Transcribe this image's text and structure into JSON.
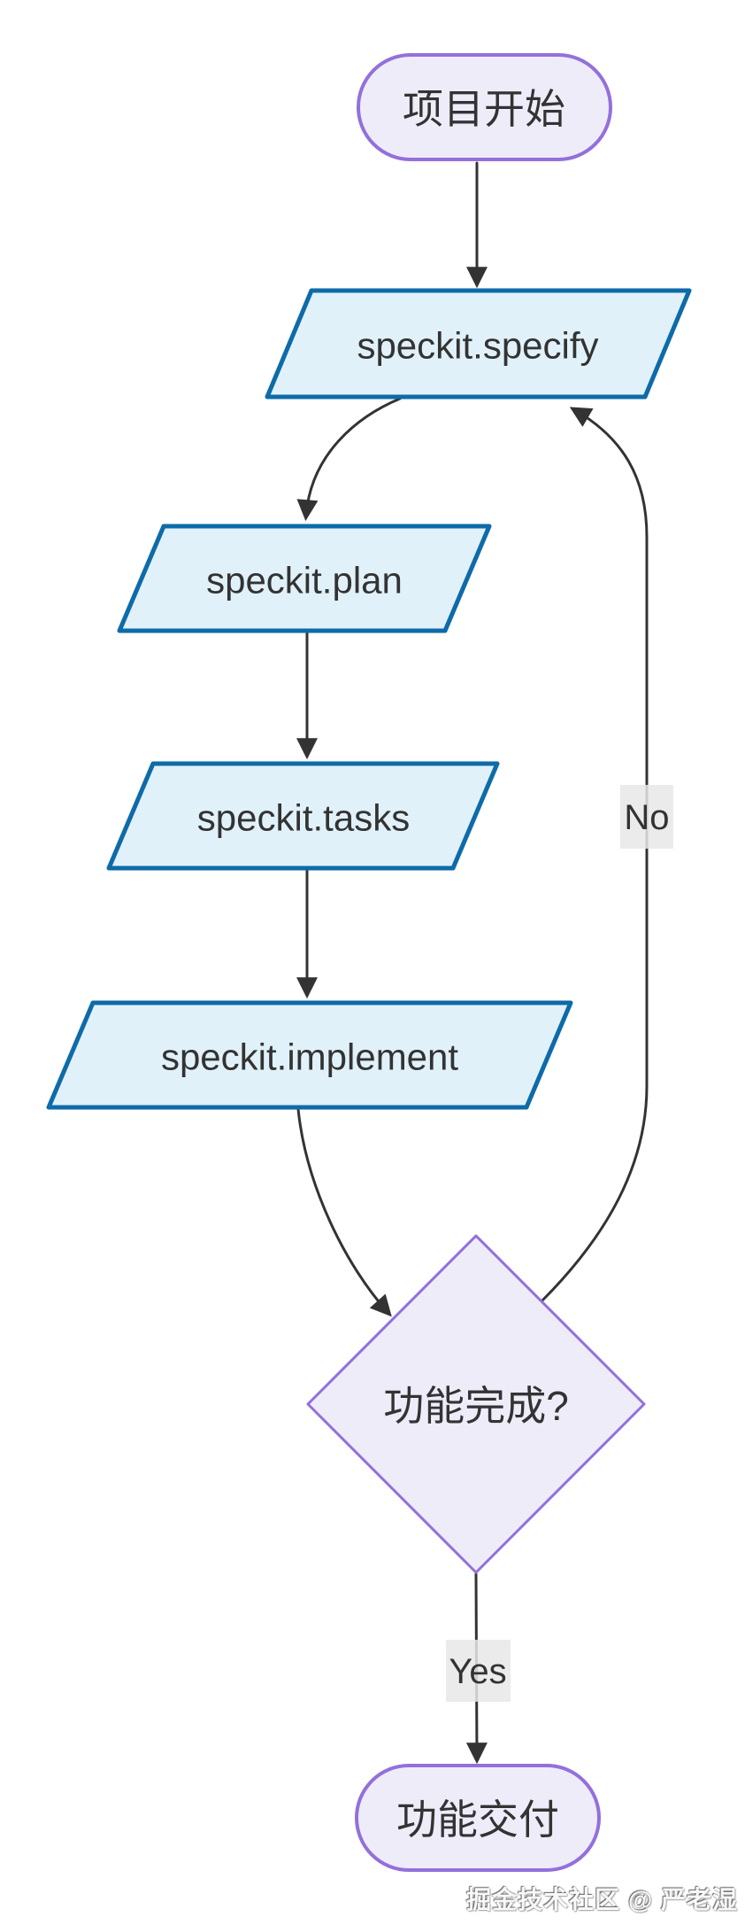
{
  "diagram": {
    "type": "flowchart",
    "direction": "top-down",
    "nodes": [
      {
        "id": "start",
        "label": "项目开始",
        "shape": "stadium"
      },
      {
        "id": "specify",
        "label": "speckit.specify",
        "shape": "parallelogram"
      },
      {
        "id": "plan",
        "label": "speckit.plan",
        "shape": "parallelogram"
      },
      {
        "id": "tasks",
        "label": "speckit.tasks",
        "shape": "parallelogram"
      },
      {
        "id": "implement",
        "label": "speckit.implement",
        "shape": "parallelogram"
      },
      {
        "id": "decision",
        "label": "功能完成?",
        "shape": "diamond"
      },
      {
        "id": "deliver",
        "label": "功能交付",
        "shape": "stadium"
      }
    ],
    "edges": [
      {
        "from": "start",
        "to": "specify",
        "label": ""
      },
      {
        "from": "specify",
        "to": "plan",
        "label": ""
      },
      {
        "from": "plan",
        "to": "tasks",
        "label": ""
      },
      {
        "from": "tasks",
        "to": "implement",
        "label": ""
      },
      {
        "from": "implement",
        "to": "decision",
        "label": ""
      },
      {
        "from": "decision",
        "to": "deliver",
        "label": "Yes"
      },
      {
        "from": "decision",
        "to": "specify",
        "label": "No"
      }
    ],
    "colors": {
      "purple_stroke": "#9370DB",
      "purple_fill": "#EFECFA",
      "blue_stroke": "#0E6BA8",
      "blue_fill": "#E1F1FA",
      "edge": "#333333",
      "edge_label_bg": "#E8E8E8",
      "text": "#333333"
    }
  },
  "watermark": "掘金技术社区 @ 严老湿"
}
